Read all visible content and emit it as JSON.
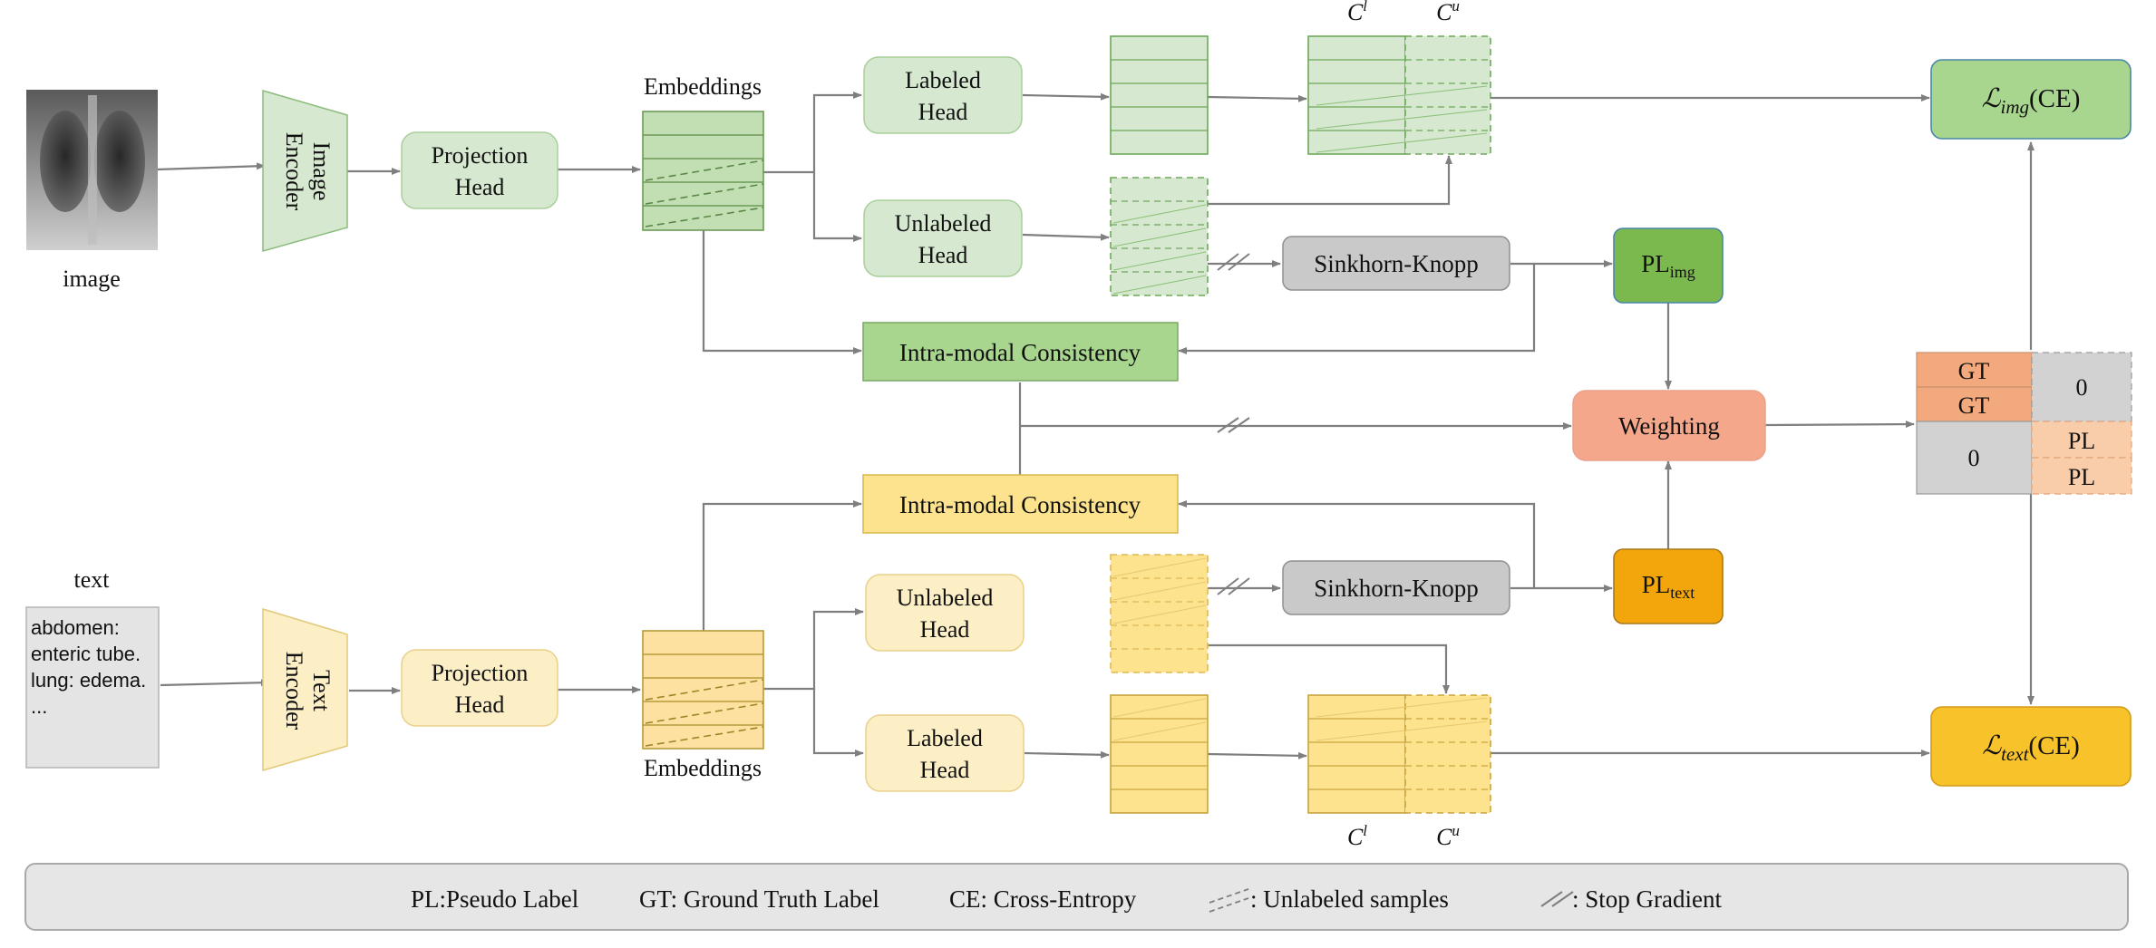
{
  "image_input": {
    "label": "image"
  },
  "text_input": {
    "label": "text",
    "report_lines": [
      "abdomen:",
      "enteric tube.",
      "lung: edema.",
      "..."
    ]
  },
  "encoders": {
    "image": [
      "Image",
      "Encoder"
    ],
    "text": [
      "Text",
      "Encoder"
    ]
  },
  "projection_head": [
    "Projection",
    "Head"
  ],
  "embeddings_label": "Embeddings",
  "heads": {
    "labeled": [
      "Labeled",
      "Head"
    ],
    "unlabeled": [
      "Unlabeled",
      "Head"
    ]
  },
  "classifier_labels": {
    "labeled": "C",
    "labeled_sup": "l",
    "unlabeled": "C",
    "unlabeled_sup": "u"
  },
  "sinkhorn": "Sinkhorn-Knopp",
  "pseudo_labels": {
    "base": "PL",
    "img_sub": "img",
    "text_sub": "text"
  },
  "consistency": "Intra-modal Consistency",
  "weighting": "Weighting",
  "label_matrix": {
    "gt": "GT",
    "pl": "PL",
    "zero": "0"
  },
  "losses": {
    "symbol": "ℒ",
    "img_sub": "img",
    "text_sub": "text",
    "suffix": "(CE)"
  },
  "legend": {
    "pl": "PL:Pseudo Label",
    "gt": "GT: Ground Truth Label",
    "ce": "CE: Cross-Entropy",
    "unlabeled": ": Unlabeled samples",
    "stop_gradient": ": Stop Gradient"
  },
  "colors": {
    "green_light": "#d6e9d0",
    "green_border": "#8cbc7e",
    "green_emb": "#c2dfb4",
    "green_emb_line": "#6c9a58",
    "green_loss": "#a8d68f",
    "green_pl": "#7bb84e",
    "yellow_light": "#fcefc6",
    "yellow_border": "#e2c878",
    "yellow_emb": "#fde1a0",
    "yellow_emb_line": "#b89a3a",
    "yellow_band": "#fde38e",
    "yellow_loss": "#f8c22a",
    "orange_pl": "#f3a60c",
    "grey_box": "#c9c9c9",
    "grey_border": "#8f8f8f",
    "weighting": "#f4a78b",
    "gt_cell": "#f2a97e",
    "pl_cell": "#f9cdaa",
    "zero_cell": "#d2d2d2",
    "arrow": "#7f7f7f"
  }
}
